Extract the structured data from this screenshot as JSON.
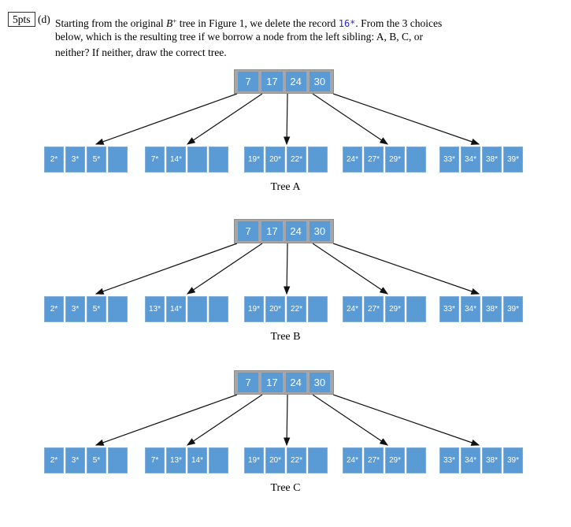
{
  "question": {
    "points_label": "5pts",
    "part_label": "(d)",
    "line1": {
      "pre": "Starting from the original ",
      "var": "B",
      "var_sup": "+",
      "mid": " tree in Figure 1, we delete the record ",
      "record": "16*",
      "post": ". From the 3 choices"
    },
    "line2": "below, which is the resulting tree if we borrow a node from the left sibling: A, B, C, or",
    "line3": "neither? If neither, draw the correct tree."
  },
  "trees": [
    {
      "label": "Tree A",
      "root_keys": [
        "7",
        "17",
        "24",
        "30"
      ],
      "leaves": [
        [
          "2*",
          "3*",
          "5*",
          ""
        ],
        [
          "7*",
          "14*",
          "",
          ""
        ],
        [
          "19*",
          "20*",
          "22*",
          ""
        ],
        [
          "24*",
          "27*",
          "29*",
          ""
        ],
        [
          "33*",
          "34*",
          "38*",
          "39*"
        ]
      ]
    },
    {
      "label": "Tree B",
      "root_keys": [
        "7",
        "17",
        "24",
        "30"
      ],
      "leaves": [
        [
          "2*",
          "3*",
          "5*",
          ""
        ],
        [
          "13*",
          "14*",
          "",
          ""
        ],
        [
          "19*",
          "20*",
          "22*",
          ""
        ],
        [
          "24*",
          "27*",
          "29*",
          ""
        ],
        [
          "33*",
          "34*",
          "38*",
          "39*"
        ]
      ]
    },
    {
      "label": "Tree C",
      "root_keys": [
        "7",
        "17",
        "24",
        "30"
      ],
      "leaves": [
        [
          "2*",
          "3*",
          "5*",
          ""
        ],
        [
          "7*",
          "13*",
          "14*",
          ""
        ],
        [
          "19*",
          "20*",
          "22*",
          ""
        ],
        [
          "24*",
          "27*",
          "29*",
          ""
        ],
        [
          "33*",
          "34*",
          "38*",
          "39*"
        ]
      ]
    }
  ],
  "colors": {
    "node_blue": "#5b9bd5",
    "root_frame_gray": "#a6a6a6",
    "record_text_blue": "#2a2ae0",
    "arrow_black": "#111111"
  }
}
